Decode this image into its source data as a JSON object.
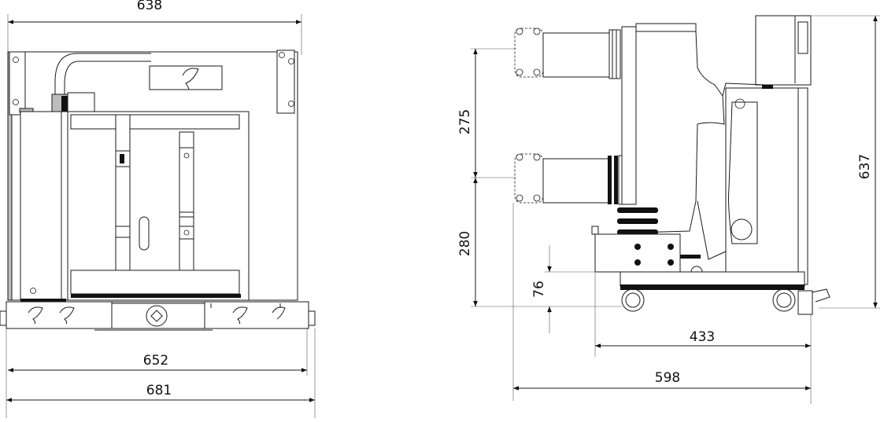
{
  "dimensions": {
    "front_top_width": "638",
    "front_inner_width": "652",
    "front_overall_width": "681",
    "side_upper_pitch": "275",
    "side_lower_height": "280",
    "side_total_height": "637",
    "side_base_height": "76",
    "side_depth": "433",
    "side_overall_depth": "598"
  }
}
